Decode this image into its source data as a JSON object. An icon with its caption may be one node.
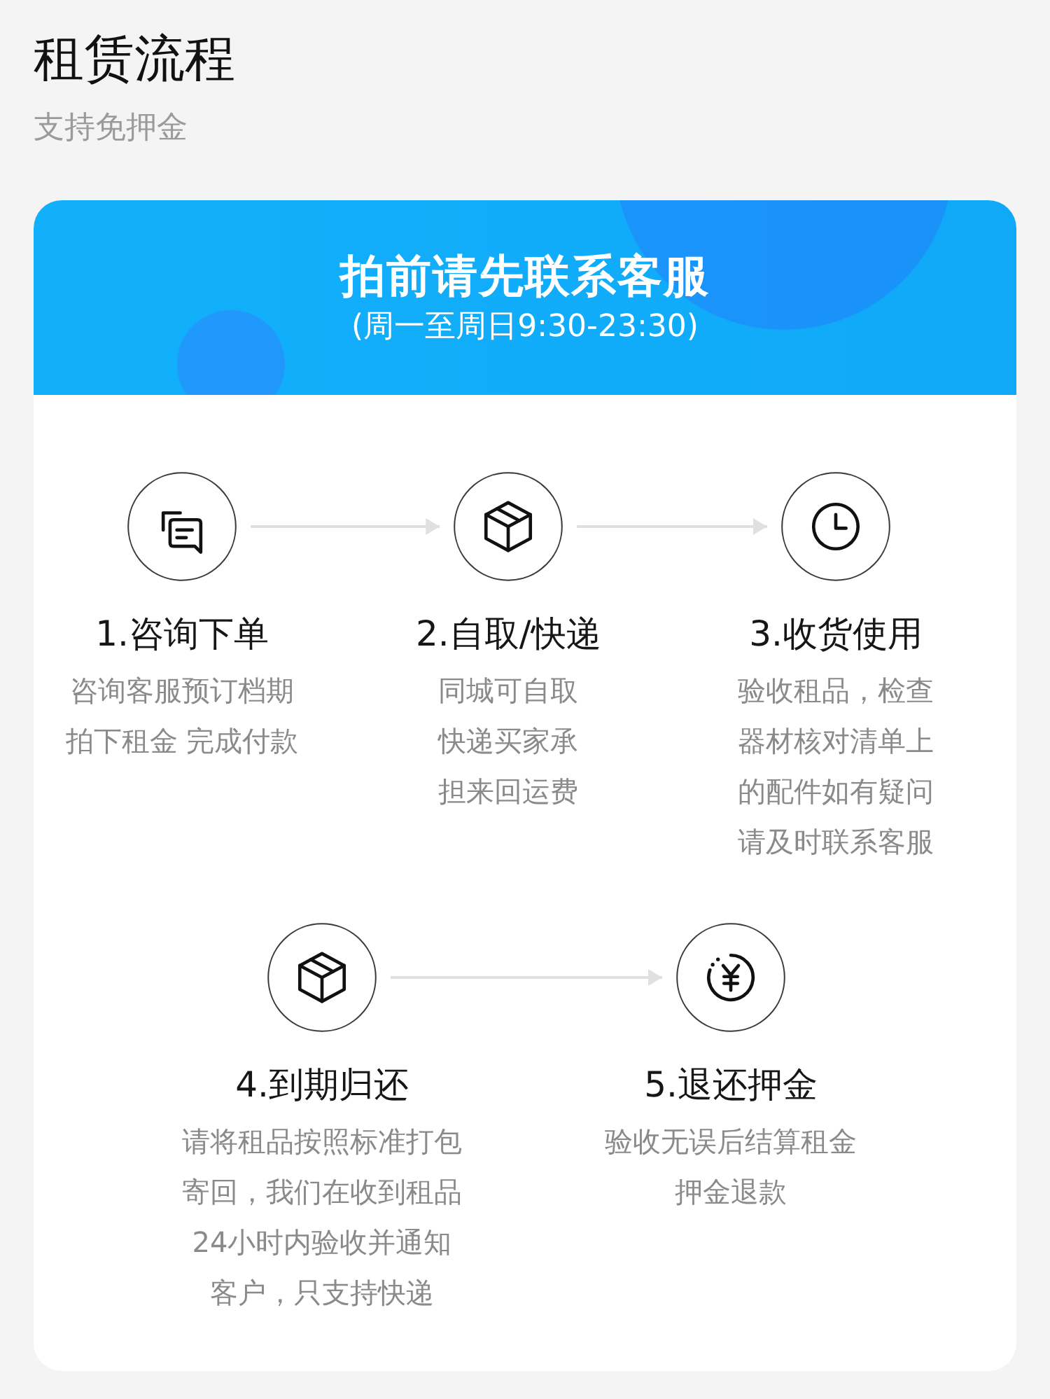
{
  "diagram": {
    "title": "租赁流程",
    "nodes": [
      {
        "text": [
          "拍前请先联系客服",
          "(周一至周日9:30-23:30)"
        ]
      },
      {
        "text": [
          "1.咨询下单",
          "咨询客服预订档期拍下租金 完成付款"
        ]
      },
      {
        "text": [
          "2.自取/快递",
          "同城可自取快递买家承担来回运费"
        ]
      },
      {
        "text": [
          "3.收货使用",
          "验收租品，检查器材核对清单上的配件如有疑问请及时联系客服"
        ]
      },
      {
        "text": [
          "4.到期归还",
          "请将租品按照标准打包寄回，我们在收到租品24小时内验收并通知客户，只支持快递"
        ]
      },
      {
        "text": [
          "5.退还押金",
          "验收无误后结算租金押金退款"
        ]
      }
    ],
    "edges": [
      {
        "from": 1,
        "to": 2,
        "arrow": "to"
      },
      {
        "from": 2,
        "to": 3,
        "arrow": "to"
      },
      {
        "from": 4,
        "to": 5,
        "arrow": "to"
      }
    ],
    "labels": [
      "支持免押金"
    ]
  }
}
